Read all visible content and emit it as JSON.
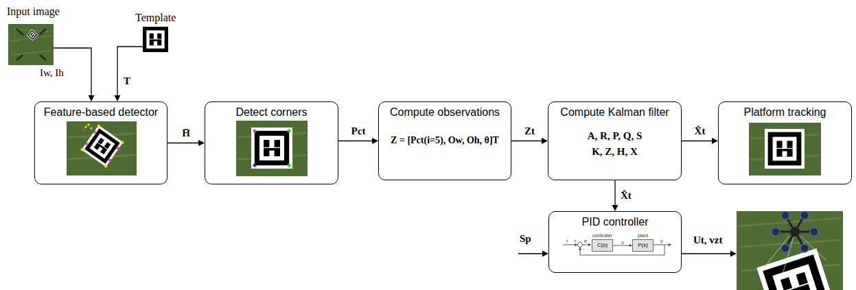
{
  "diagram": {
    "nodes": [
      {
        "text": [
          "Feature-based detector"
        ]
      },
      {
        "text": [
          "Detect corners"
        ]
      },
      {
        "text": [
          "Compute observations",
          "Z = [Pct(i=5), Ow, Oh, θ]T"
        ]
      },
      {
        "text": [
          "Compute Kalman filter",
          "A, R, P, Q, S",
          "K, Z, H, X"
        ]
      },
      {
        "text": [
          "Platform tracking"
        ]
      },
      {
        "text": [
          "PID controller"
        ]
      },
      {
        "text": [
          "controller",
          "C(s)"
        ],
        "in": 5
      },
      {
        "text": [
          "plant",
          "P(s)"
        ],
        "in": 5
      }
    ],
    "edges": [
      {
        "from": 0,
        "to": 1,
        "arrow": "to",
        "label": "H̄"
      },
      {
        "from": 1,
        "to": 2,
        "arrow": "to",
        "label": "Pct"
      },
      {
        "from": 2,
        "to": 3,
        "arrow": "to",
        "label": "Zt"
      },
      {
        "from": 3,
        "to": 4,
        "arrow": "to",
        "label": "X̂t"
      },
      {
        "from": 3,
        "to": 5,
        "arrow": "to",
        "label": "X̂t"
      },
      {
        "from": 6,
        "to": 7,
        "arrow": "to",
        "label": "u"
      }
    ],
    "labels": [
      "Input image",
      "Template",
      "Iw, Ih",
      "T",
      "Sp",
      "Ut, vzt",
      "r",
      "e",
      "y",
      "+",
      "-"
    ]
  }
}
